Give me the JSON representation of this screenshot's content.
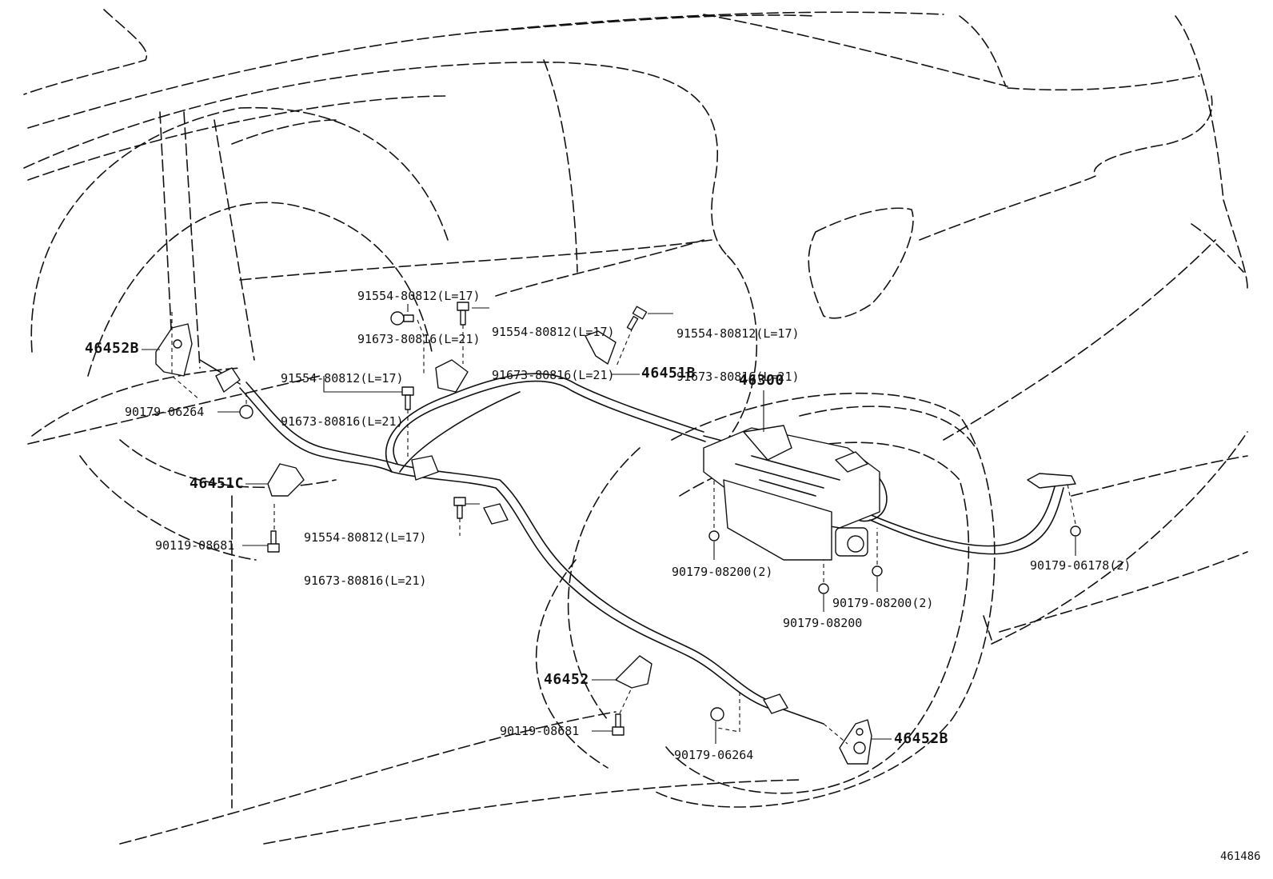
{
  "diagram_id": "461486",
  "parts": {
    "p46452b_left": "46452B",
    "p46452b_right": "46452B",
    "p46451c": "46451C",
    "p46451b": "46451B",
    "p46300": "46300",
    "p46452": "46452",
    "p90179_06264_left": "90179-06264",
    "p90179_06264_right": "90179-06264",
    "p90119_08681_left": "90119-08681",
    "p90119_08681_right": "90119-08681",
    "p90179_08200_a": "90179-08200(2)",
    "p90179_08200_b": "90179-08200(2)",
    "p90179_08200_c": "90179-08200",
    "p90179_06178": "90179-06178(2)"
  },
  "bolt_pairs": [
    {
      "a": "91554-80812(L=17)",
      "b": "91673-80816(L=21)"
    },
    {
      "a": "91554-80812(L=17)",
      "b": "91673-80816(L=21)"
    },
    {
      "a": "91554-80812(L=17)",
      "b": "91673-80816(L=21)"
    },
    {
      "a": "91554-80812(L=17)",
      "b": "91673-80816(L=21)"
    },
    {
      "a": "91554-80812(L=17)",
      "b": "91673-80816(L=21)"
    }
  ]
}
